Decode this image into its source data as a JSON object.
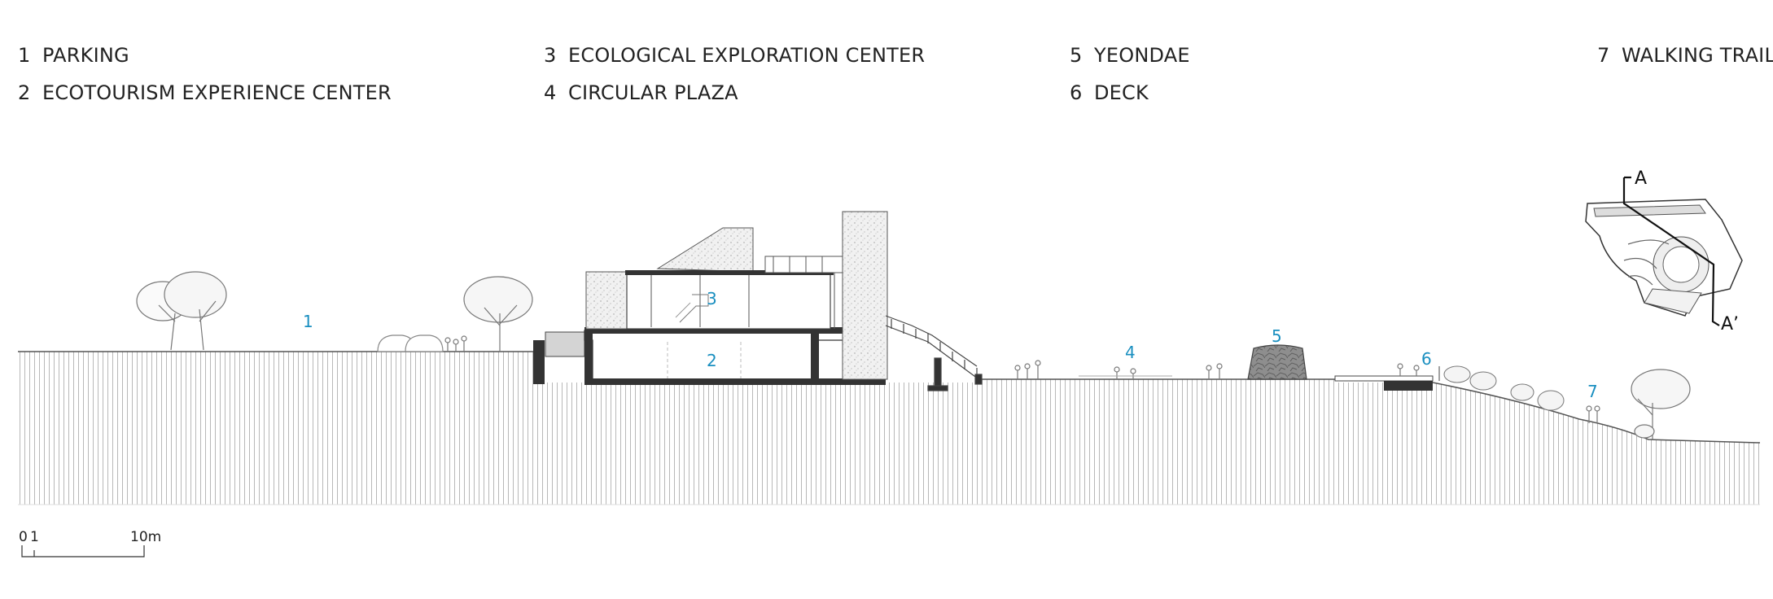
{
  "legend": {
    "items": [
      {
        "number": "1",
        "label": "PARKING"
      },
      {
        "number": "2",
        "label": "ECOTOURISM EXPERIENCE CENTER"
      },
      {
        "number": "3",
        "label": "ECOLOGICAL EXPLORATION CENTER"
      },
      {
        "number": "4",
        "label": "CIRCULAR PLAZA"
      },
      {
        "number": "5",
        "label": "YEONDAE"
      },
      {
        "number": "6",
        "label": "DECK"
      },
      {
        "number": "7",
        "label": "WALKING TRAIL"
      }
    ]
  },
  "section_markers": [
    "1",
    "2",
    "3",
    "4",
    "5",
    "6",
    "7"
  ],
  "key_plan": {
    "cut_start": "A",
    "cut_end": "A’"
  },
  "scale_bar": {
    "tick_0": "0",
    "tick_1": "1",
    "tick_10": "10m"
  },
  "colors": {
    "marker": "#1a8fc0",
    "line": "#333333",
    "hatch": "#bdbdbd"
  }
}
